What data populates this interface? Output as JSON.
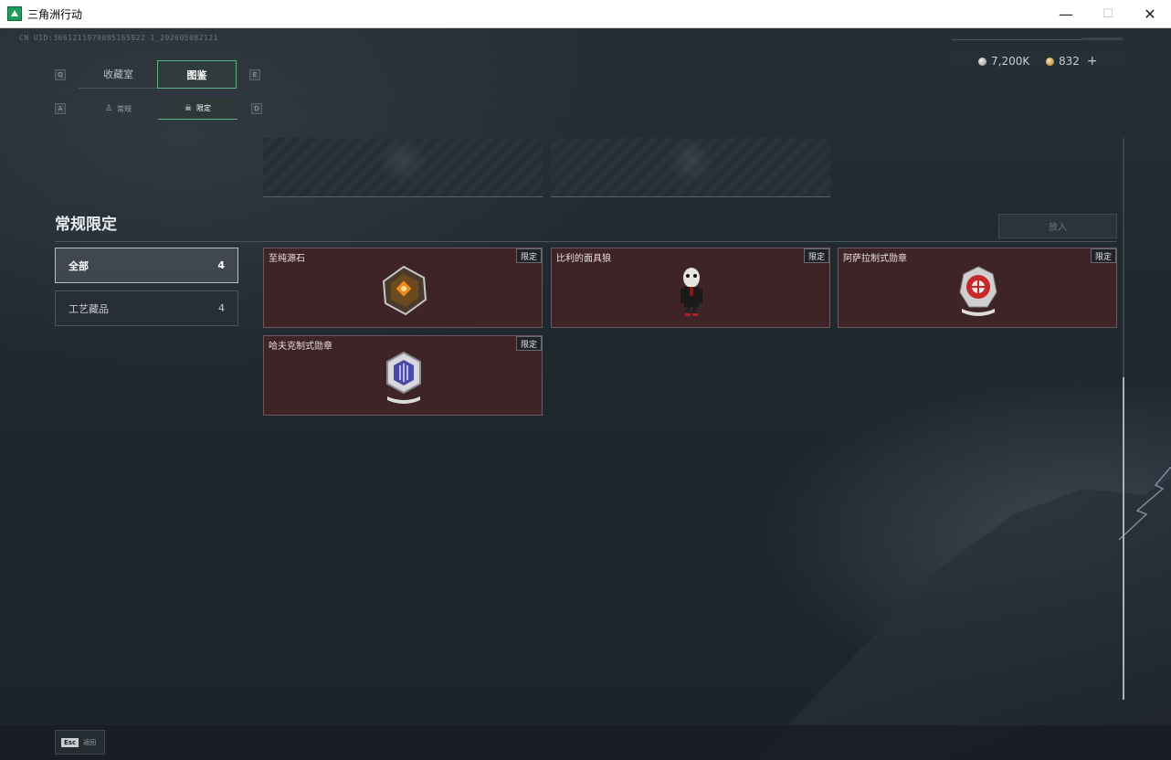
{
  "window": {
    "title": "三角洲行动",
    "minimize": "—",
    "maximize": "☐",
    "close": "✕"
  },
  "uid": "CN UID:3661211979085165922 1_202605082121",
  "currency": {
    "silver": "7,200K",
    "gold": "832",
    "plus": "+"
  },
  "key_hints": {
    "prev_main": "Q",
    "next_main": "E",
    "prev_sub": "A",
    "next_sub": "D"
  },
  "main_tabs": [
    {
      "label": "收藏室",
      "active": false
    },
    {
      "label": "图鉴",
      "active": true
    }
  ],
  "sub_tabs": [
    {
      "label": "常规",
      "active": false
    },
    {
      "label": "限定",
      "active": true
    }
  ],
  "section": {
    "title": "常规限定",
    "put_in_label": "放入"
  },
  "filters": [
    {
      "label": "全部",
      "count": "4",
      "active": true
    },
    {
      "label": "工艺藏品",
      "count": "4",
      "active": false
    }
  ],
  "items": [
    {
      "name": "至纯源石",
      "badge": "限定",
      "icon": "crystal-icon"
    },
    {
      "name": "比利的面具狼",
      "badge": "限定",
      "icon": "puppet-icon"
    },
    {
      "name": "阿萨拉制式勋章",
      "badge": "限定",
      "icon": "red-medal-icon"
    },
    {
      "name": "哈夫克制式勋章",
      "badge": "限定",
      "icon": "silver-medal-icon"
    }
  ],
  "footer": {
    "esc_key": "Esc",
    "back_label": "返回"
  },
  "colors": {
    "accent": "#5fb08a",
    "card_bg": "#3e2327",
    "app_bg": "#1e252b"
  }
}
